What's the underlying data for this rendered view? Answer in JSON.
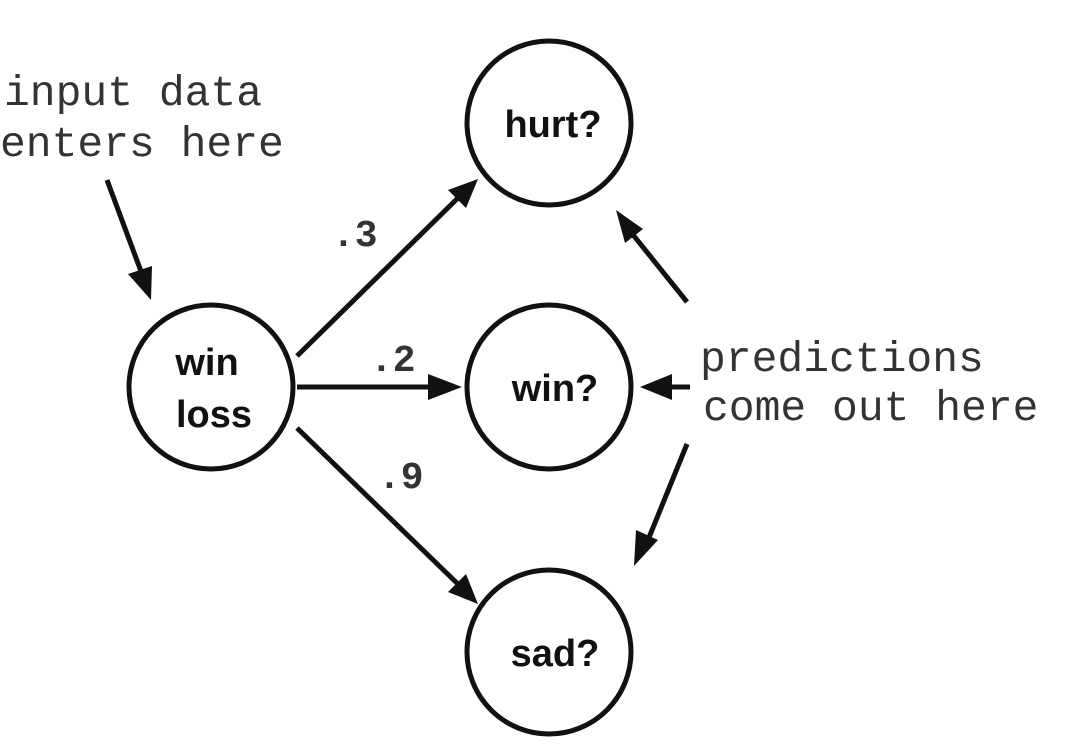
{
  "nodes": {
    "input": {
      "lines": [
        "win",
        "loss"
      ]
    },
    "hurt": {
      "label": "hurt?"
    },
    "win": {
      "label": "win?"
    },
    "sad": {
      "label": "sad?"
    }
  },
  "weights": {
    "to_hurt": ".3",
    "to_win": ".2",
    "to_sad": ".9"
  },
  "annotations": {
    "input_note": [
      "input data",
      "enters here"
    ],
    "output_note": [
      "predictions",
      "come out here"
    ]
  },
  "colors": {
    "stroke": "#111111",
    "annotation_text": "#333333"
  }
}
